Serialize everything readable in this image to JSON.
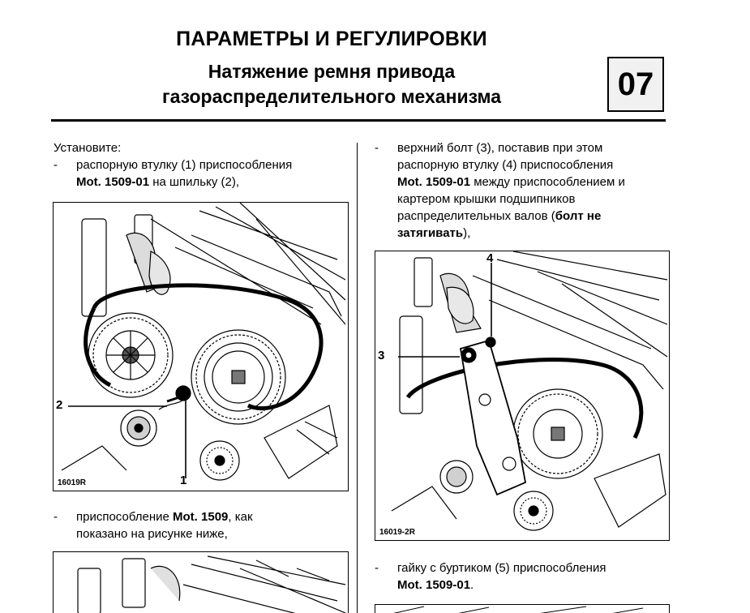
{
  "header": {
    "title": "ПАРАМЕТРЫ И РЕГУЛИРОВКИ",
    "subtitle_line1": "Натяжение ремня привода",
    "subtitle_line2": "газораспределительного механизма",
    "chapter": "07"
  },
  "left": {
    "intro": "Установите:",
    "dash": "-",
    "item1": {
      "line1": "распорную втулку (1) приспособления",
      "tool": "Mot. 1509-01",
      "line2_rest": " на шпильку (2),"
    },
    "figure1": {
      "code": "16019R",
      "callout_1": "1",
      "callout_2": "2"
    },
    "item2": {
      "prefix": "приспособление ",
      "tool": "Mot. 1509",
      "suffix": ", как",
      "line2": "показано на рисунке ниже,"
    }
  },
  "right": {
    "dash": "-",
    "item1": {
      "line1": "верхний болт (3), поставив при этом",
      "line2": "распорную втулку (4) приспособления",
      "tool": "Mot. 1509-01",
      "line3_rest": " между приспособлением и",
      "line4": "картером крышки подшипников",
      "line5_prefix": "распределительных валов (",
      "line5_bold": "болт не",
      "line6_bold": "затягивать",
      "line6_suffix": "),"
    },
    "figure2": {
      "code": "16019-2R",
      "callout_3": "3",
      "callout_4": "4"
    },
    "item2": {
      "line1": "гайку с буртиком (5) приспособления",
      "tool": "Mot. 1509-01",
      "suffix": "."
    }
  }
}
